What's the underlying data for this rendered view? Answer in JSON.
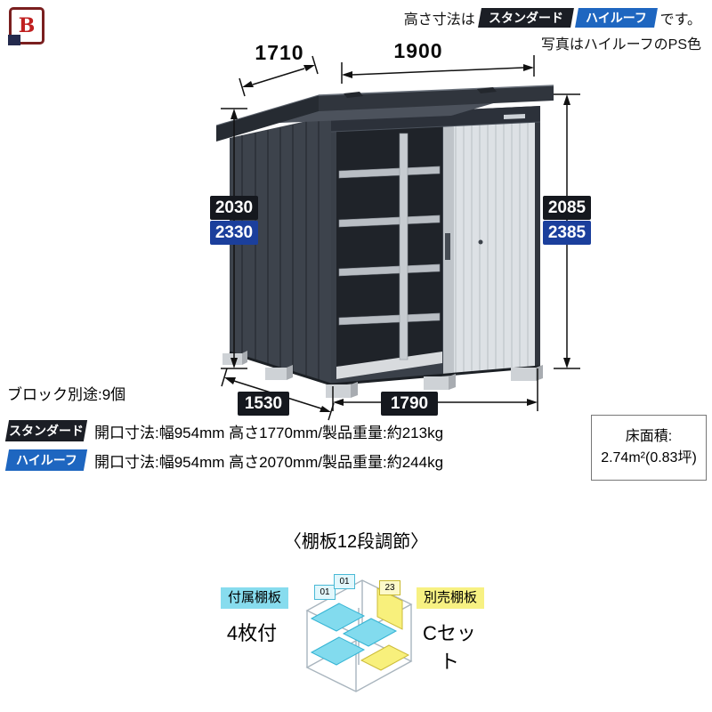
{
  "logo": {
    "letter": "B"
  },
  "header": {
    "prefix": "高さ寸法は",
    "badge_standard": "スタンダード",
    "badge_highroof": "ハイルーフ",
    "suffix": "です。",
    "line2": "写真はハイルーフのPS色"
  },
  "dimensions": {
    "top_depth": "1710",
    "top_width": "1900",
    "left_standard": "2030",
    "left_highroof": "2330",
    "right_standard": "2085",
    "right_highroof": "2385",
    "bottom_depth": "1530",
    "bottom_width": "1790"
  },
  "notes": {
    "blocks": "ブロック別途:9個"
  },
  "spec": {
    "rows": [
      {
        "badge": "スタンダード",
        "text": "開口寸法:幅954mm 高さ1770mm/製品重量:約213kg"
      },
      {
        "badge": "ハイルーフ",
        "text": "開口寸法:幅954mm 高さ2070mm/製品重量:約244kg"
      }
    ],
    "floor_area_label": "床面積:",
    "floor_area_value": "2.74m²(0.83坪)"
  },
  "shelf": {
    "title": "〈棚板12段調節〉",
    "included_badge": "付属棚板",
    "included_value": "4枚付",
    "optional_badge": "別売棚板",
    "optional_value": "Cセット",
    "chip1": "01",
    "chip2": "01",
    "chip3": "23"
  },
  "colors": {
    "badge_dark": "#1b1e25",
    "badge_blue": "#1e66c0",
    "dim_dark": "#15181e",
    "dim_blue": "#1b3f9c",
    "shed_body": "#3d434c",
    "door_silver": "#dde1e5",
    "shelf_cyan": "#82dbee",
    "shelf_yellow": "#f8f07c"
  }
}
